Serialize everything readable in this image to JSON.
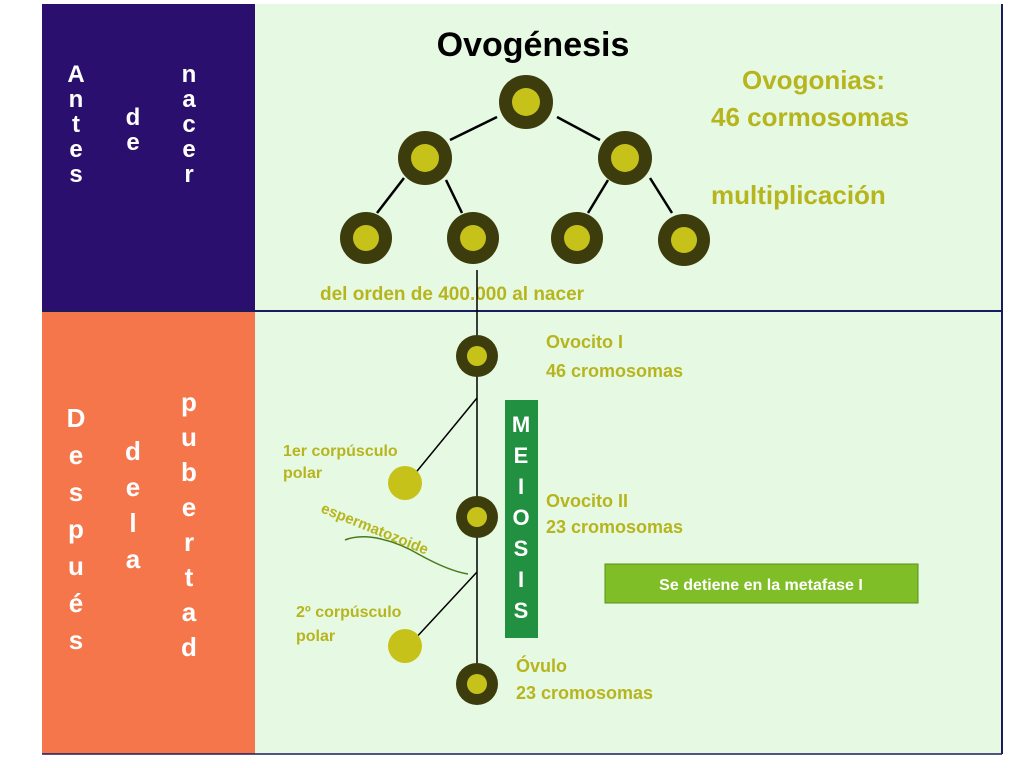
{
  "title": "Ovogénesis",
  "top_band": {
    "side_columns": [
      [
        "A",
        "n",
        "t",
        "e",
        "s"
      ],
      [
        "d",
        "e"
      ],
      [
        "n",
        "a",
        "c",
        "e",
        "r"
      ]
    ],
    "ovogonias_line1": "Ovogonias:",
    "ovogonias_line2": "46 cormosomas",
    "multiplicacion": "multiplicación",
    "del_orden": "del orden de 400.000 al nacer"
  },
  "bottom_band": {
    "side_columns": [
      [
        "D",
        "e",
        "s",
        "p",
        "u",
        "é",
        "s"
      ],
      [
        "d",
        "e",
        "l",
        "a"
      ],
      [
        "p",
        "u",
        "b",
        "e",
        "r",
        "t",
        "a",
        "d"
      ]
    ],
    "ovocito1_line1": "Ovocito I",
    "ovocito1_line2": "46 cromosomas",
    "corpusculo1_line1": "1er corpúsculo",
    "corpusculo1_line2": "polar",
    "espermatozoide": "espermatozoide",
    "ovocito2_line1": "Ovocito II",
    "ovocito2_line2": "23 cromosomas",
    "corpusculo2_line1": "2º corpúsculo",
    "corpusculo2_line2": "polar",
    "ovulo_line1": "Óvulo",
    "ovulo_line2": "23 cromosomas",
    "meiosis_letters": [
      "M",
      "E",
      "I",
      "O",
      "S",
      "I",
      "S"
    ],
    "metafase_note": "Se detiene en la metafase I"
  },
  "colors": {
    "top_sidebar": "#2a0f6e",
    "bottom_sidebar": "#f4764a",
    "panel_bg": "#e6f9e3",
    "label_olive": "#b7b51e",
    "cell_outer": "#3c3c0c",
    "cell_inner": "#c7c21a",
    "meiosis_green": "#219141",
    "note_bg": "#7fbe27",
    "border_navy": "#1b1b5e"
  }
}
